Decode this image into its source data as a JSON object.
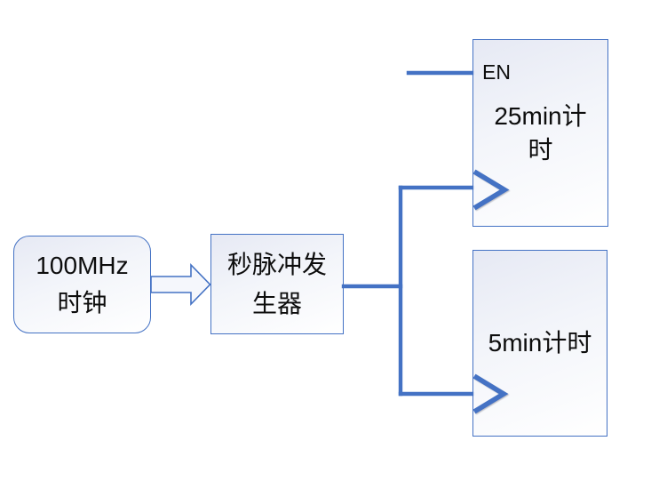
{
  "colors": {
    "accent": "#4472C4",
    "text": "#0d0d0d",
    "box_fill_top": "#e6e9f4",
    "box_fill_bottom": "#ffffff"
  },
  "nodes": {
    "clock": {
      "lines": [
        "100MHz",
        "时钟"
      ]
    },
    "pulse_gen": {
      "lines": [
        "秒脉冲发",
        "生器"
      ]
    },
    "timer_25min": {
      "en_label": "EN",
      "lines": [
        "25min计",
        "时"
      ]
    },
    "timer_5min": {
      "lines": [
        "5min计时"
      ]
    }
  },
  "icons": {
    "block_arrow": "right-block-arrow",
    "clock_edge": "chevron-right"
  }
}
